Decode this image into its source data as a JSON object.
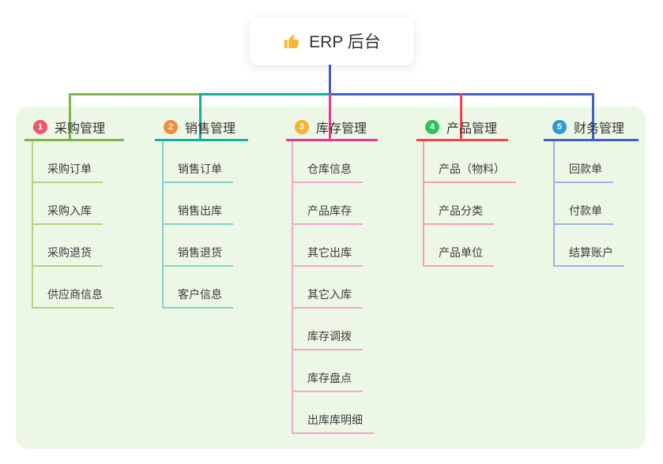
{
  "root": {
    "title": "ERP 后台",
    "icon": "thumbs-up-icon",
    "icon_color": "#f5b82e"
  },
  "colors": {
    "page_bg": "#ffffff",
    "panel_bg": "#edf7e6",
    "root_drop": "#4a5cc4",
    "text": "#3a3a3a"
  },
  "branches": [
    {
      "number": "1",
      "title": "采购管理",
      "badge_color": "#f25668",
      "line_color": "#7ab648",
      "child_line_color": "#b2d483",
      "children": [
        "采购订单",
        "采购入库",
        "采购退货",
        "供应商信息"
      ]
    },
    {
      "number": "2",
      "title": "销售管理",
      "badge_color": "#f78a3d",
      "line_color": "#10b1a3",
      "child_line_color": "#82d3cb",
      "children": [
        "销售订单",
        "销售出库",
        "销售退货",
        "客户信息"
      ]
    },
    {
      "number": "3",
      "title": "库存管理",
      "badge_color": "#f7b32e",
      "line_color": "#e23d90",
      "child_line_color": "#f3a6ce",
      "children": [
        "仓库信息",
        "产品库存",
        "其它出库",
        "其它入库",
        "库存调拨",
        "库存盘点",
        "出库库明细"
      ]
    },
    {
      "number": "4",
      "title": "产品管理",
      "badge_color": "#2fc05f",
      "line_color": "#f4424e",
      "child_line_color": "#f7a0a6",
      "children": [
        "产品（物料）",
        "产品分类",
        "产品单位"
      ]
    },
    {
      "number": "5",
      "title": "财务管理",
      "badge_color": "#2b9bd8",
      "line_color": "#3e61c6",
      "child_line_color": "#9db1e6",
      "children": [
        "回款单",
        "付款单",
        "结算账户"
      ]
    }
  ]
}
